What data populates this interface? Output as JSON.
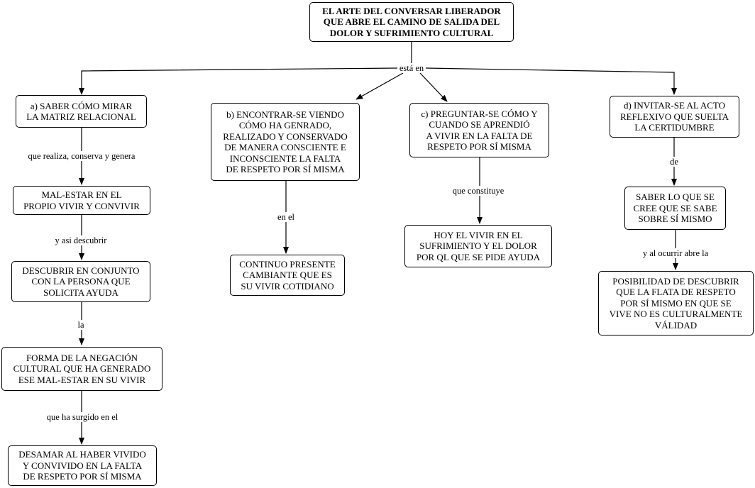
{
  "concept_map": {
    "root": "EL ARTE DEL CONVERSAR LIBERADOR\nQUE ABRE EL CAMINO DE SALIDA DEL\nDOLOR Y SUFRIMIENTO CULTURAL",
    "root_link": "está en",
    "a": {
      "title": "a) SABER CÓMO MIRAR\nLA MATRIZ RELACIONAL",
      "link1": "que realiza, conserva y genera",
      "node1": "MAL-ESTAR EN EL\nPROPIO VIVIR Y CONVIVIR",
      "link2": "y asi descubrir",
      "node2": "DESCUBRIR EN CONJUNTO\nCON LA PERSONA QUE\nSOLICITA AYUDA",
      "link3": "la",
      "node3": "FORMA DE LA NEGACIÓN\nCULTURAL QUE HA GENERADO\nESE MAL-ESTAR EN SU VIVIR",
      "link4": "que ha surgido en el",
      "node4": "DESAMAR AL HABER VIVIDO\nY CONVIVIDO EN LA FALTA\nDE RESPETO POR SÍ MISMA"
    },
    "b": {
      "title": "b) ENCONTRAR-SE VIENDO\nCÓMO HA GENRADO,\nREALIZADO Y CONSERVADO\nDE MANERA CONSCIENTE E\nINCONSCIENTE LA FALTA\nDE RESPETO POR SÍ MISMA",
      "link1": "en el",
      "node1": "CONTINUO PRESENTE\nCAMBIANTE QUE ES\nSU VIVIR COTIDIANO"
    },
    "c": {
      "title": "c) PREGUNTAR-SE CÓMO Y\nCUANDO SE APRENDIÓ\nA VIVIR EN LA FALTA DE\nRESPETO POR SÍ MISMA",
      "link1": "que constituye",
      "node1": "HOY EL VIVIR EN EL\nSUFRIMIENTO Y EL DOLOR\nPOR QL QUE SE PIDE AYUDA"
    },
    "d": {
      "title": "d) INVITAR-SE AL ACTO\nREFLEXIVO QUE SUELTA\nLA CERTIDUMBRE",
      "link1": "de",
      "node1": "SABER LO QUE SE\nCREE QUE SE SABE\nSOBRE SÍ MISMO",
      "link2": "y al ocurrir abre la",
      "node2": "POSIBILIDAD DE DESCUBRIR\nQUE LA FLATA DE RESPETO\nPOR SÍ MISMO EN QUE SE\nVIVE NO ES CULTURALMENTE\nVÁLIDAD"
    }
  }
}
